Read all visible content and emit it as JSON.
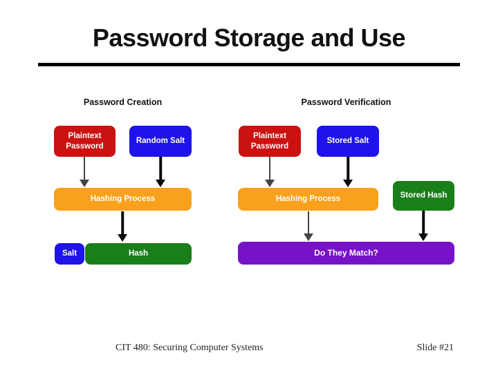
{
  "slide": {
    "title": "Password Storage and Use",
    "footer_left": "CIT 480: Securing Computer Systems",
    "footer_right": "Slide #21"
  },
  "diagram": {
    "sections": {
      "creation": "Password Creation",
      "verification": "Password Verification"
    },
    "boxes": {
      "plaintext_password_1": "Plaintext Password",
      "random_salt": "Random Salt",
      "hashing_process_1": "Hashing Process",
      "salt": "Salt",
      "hash": "Hash",
      "plaintext_password_2": "Plaintext Password",
      "stored_salt": "Stored Salt",
      "hashing_process_2": "Hashing Process",
      "stored_hash": "Stored Hash",
      "do_they_match": "Do They Match?"
    },
    "colors": {
      "red": "#CC1111",
      "blue": "#1E13E8",
      "orange": "#F9A11D",
      "green": "#1A7F1A",
      "purple": "#7712C9",
      "arrow_dark": "#0a0a0a",
      "arrow_gray": "#444444"
    }
  }
}
